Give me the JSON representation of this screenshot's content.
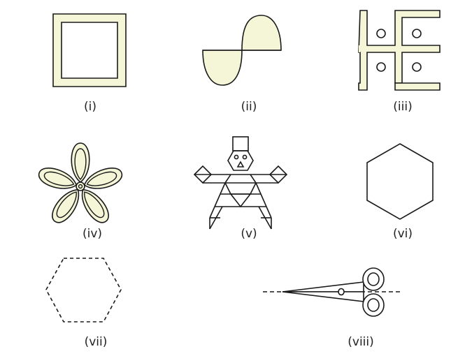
{
  "colors": {
    "fill": "#f4f6d7",
    "stroke": "#1a1a1a",
    "background": "#ffffff"
  },
  "labels": {
    "i": "(i)",
    "ii": "(ii)",
    "iii": "(iii)",
    "iv": "(iv)",
    "v": "(v)",
    "vi": "(vi)",
    "vii": "(vii)",
    "viii": "(viii)"
  }
}
